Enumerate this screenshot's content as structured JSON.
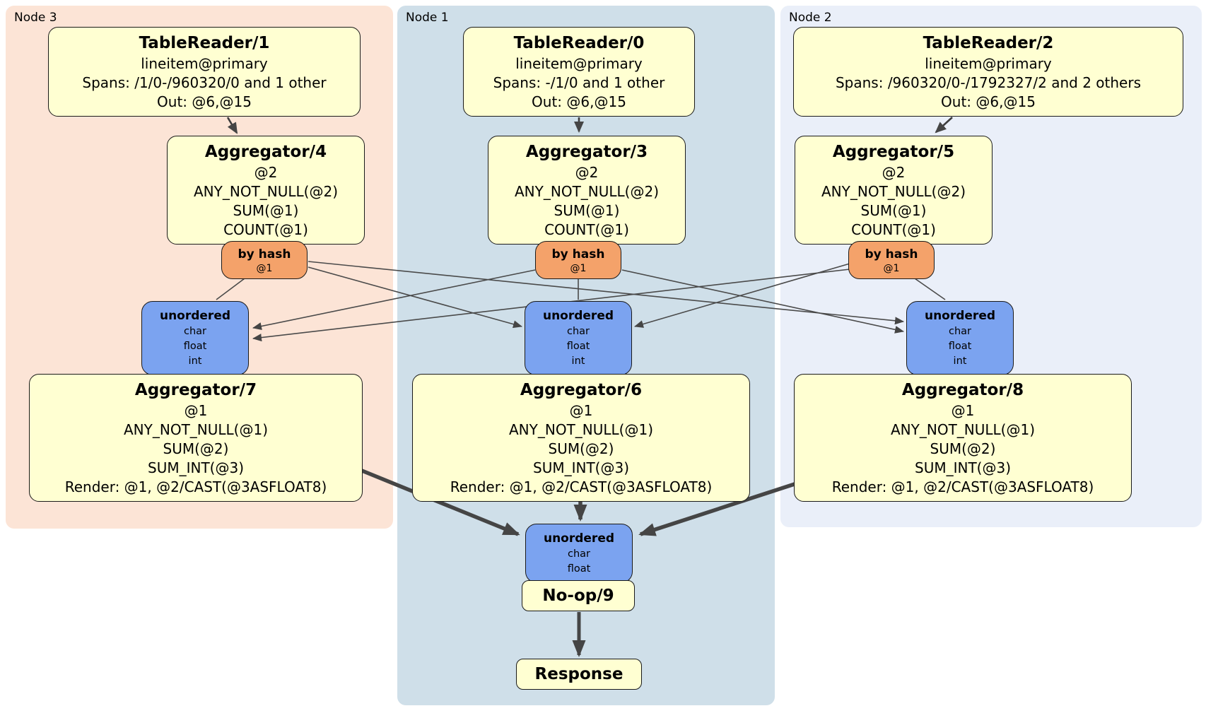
{
  "colors": {
    "canvas_bg": "#ffffff",
    "node3_bg": "#fce4d6",
    "node1_bg": "#cfdfe9",
    "node2_bg": "#eaeff9",
    "processor_bg": "#ffffd2",
    "router_bg": "#f4a26a",
    "sync_bg": "#7ba3f0",
    "box_border": "#1a1a1a",
    "edge": "#4a4a4a"
  },
  "regions": [
    {
      "label": "Node 3"
    },
    {
      "label": "Node 1"
    },
    {
      "label": "Node 2"
    }
  ],
  "processors": {
    "tr1": {
      "title": "TableReader/1",
      "lines": [
        "lineitem@primary",
        "Spans: /1/0-/960320/0 and 1 other",
        "Out: @6,@15"
      ]
    },
    "tr0": {
      "title": "TableReader/0",
      "lines": [
        "lineitem@primary",
        "Spans: -/1/0 and 1 other",
        "Out: @6,@15"
      ]
    },
    "tr2": {
      "title": "TableReader/2",
      "lines": [
        "lineitem@primary",
        "Spans: /960320/0-/1792327/2 and 2 others",
        "Out: @6,@15"
      ]
    },
    "agg4": {
      "title": "Aggregator/4",
      "lines": [
        "@2",
        "ANY_NOT_NULL(@2)",
        "SUM(@1)",
        "COUNT(@1)"
      ]
    },
    "agg3": {
      "title": "Aggregator/3",
      "lines": [
        "@2",
        "ANY_NOT_NULL(@2)",
        "SUM(@1)",
        "COUNT(@1)"
      ]
    },
    "agg5": {
      "title": "Aggregator/5",
      "lines": [
        "@2",
        "ANY_NOT_NULL(@2)",
        "SUM(@1)",
        "COUNT(@1)"
      ]
    },
    "agg7": {
      "title": "Aggregator/7",
      "lines": [
        "@1",
        "ANY_NOT_NULL(@1)",
        "SUM(@2)",
        "SUM_INT(@3)",
        "Render: @1, @2/CAST(@3ASFLOAT8)"
      ]
    },
    "agg6": {
      "title": "Aggregator/6",
      "lines": [
        "@1",
        "ANY_NOT_NULL(@1)",
        "SUM(@2)",
        "SUM_INT(@3)",
        "Render: @1, @2/CAST(@3ASFLOAT8)"
      ]
    },
    "agg8": {
      "title": "Aggregator/8",
      "lines": [
        "@1",
        "ANY_NOT_NULL(@1)",
        "SUM(@2)",
        "SUM_INT(@3)",
        "Render: @1, @2/CAST(@3ASFLOAT8)"
      ]
    },
    "noop": {
      "title": "No-op/9"
    },
    "response": {
      "title": "Response"
    }
  },
  "routers": {
    "byhash3": {
      "title": "by hash",
      "sub": "@1"
    },
    "byhash1": {
      "title": "by hash",
      "sub": "@1"
    },
    "byhash2": {
      "title": "by hash",
      "sub": "@1"
    }
  },
  "syncs": {
    "unordered3": {
      "title": "unordered",
      "items": [
        "char",
        "float",
        "int"
      ]
    },
    "unordered1": {
      "title": "unordered",
      "items": [
        "char",
        "float",
        "int"
      ]
    },
    "unordered2": {
      "title": "unordered",
      "items": [
        "char",
        "float",
        "int"
      ]
    },
    "unordered_final": {
      "title": "unordered",
      "items": [
        "char",
        "float"
      ]
    }
  }
}
